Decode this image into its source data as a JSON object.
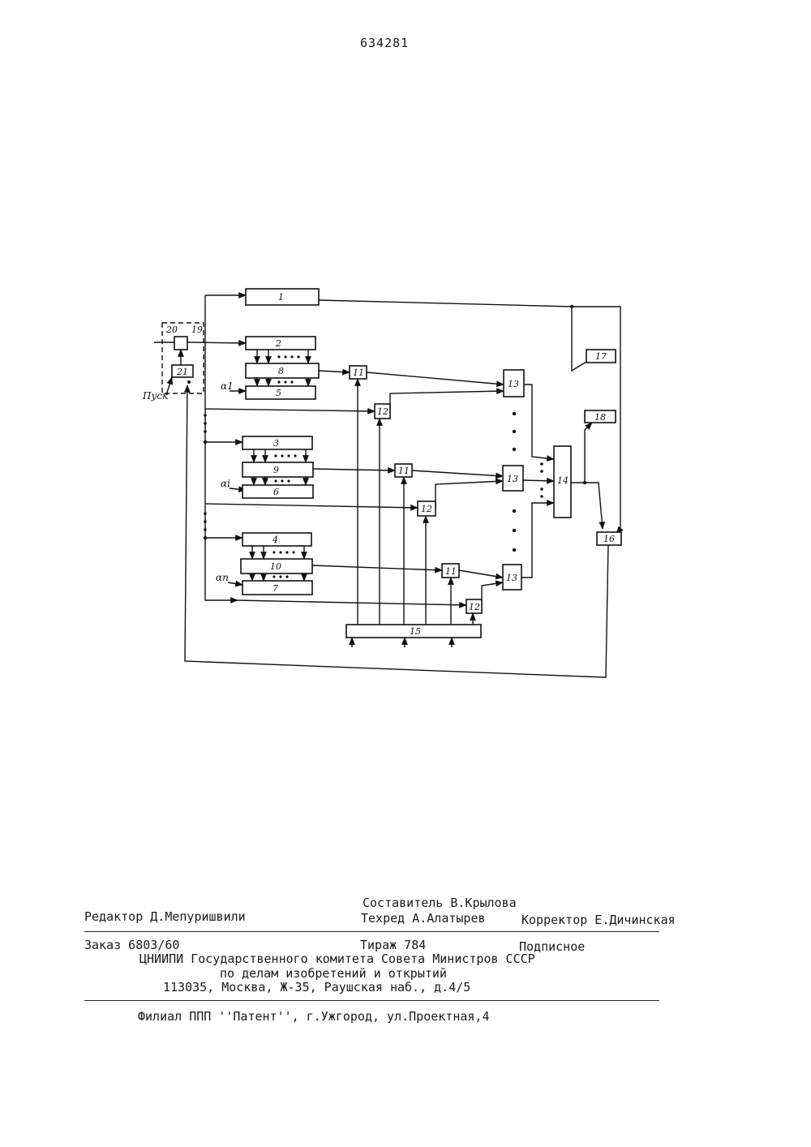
{
  "page": {
    "number": "634281"
  },
  "diagram": {
    "labels": {
      "b1": "1",
      "b2": "2",
      "b3": "3",
      "b4": "4",
      "b5": "5",
      "b6": "6",
      "b7": "7",
      "b8": "8",
      "b9": "9",
      "b10": "10",
      "b11": "11",
      "b12": "12",
      "b13": "13",
      "b14": "14",
      "b15": "15",
      "b16": "16",
      "b17": "17",
      "b18": "18",
      "b19": "19",
      "b20": "20",
      "b21": "21"
    },
    "inputs": {
      "start": "Пуск",
      "a1": "α1",
      "ai": "αi",
      "an": "αn"
    }
  },
  "imprint": {
    "editor": "Редактор Д.Мепуришвили",
    "composer": "Составитель В.Крылова",
    "techred": "Техред А.Алатырев",
    "corrector": "Корректор Е.Дичинская",
    "order": "Заказ 6803/60",
    "circulation": "Тираж 784",
    "subscription": "Подписное",
    "org_line1": "ЦНИИПИ Государственного комитета Совета Министров СССР",
    "org_line2": "по делам изобретений и открытий",
    "address": "113035, Москва, Ж-35, Раушская наб., д.4/5",
    "branch": "Филиал ППП ''Патент'', г.Ужгород, ул.Проектная,4"
  }
}
